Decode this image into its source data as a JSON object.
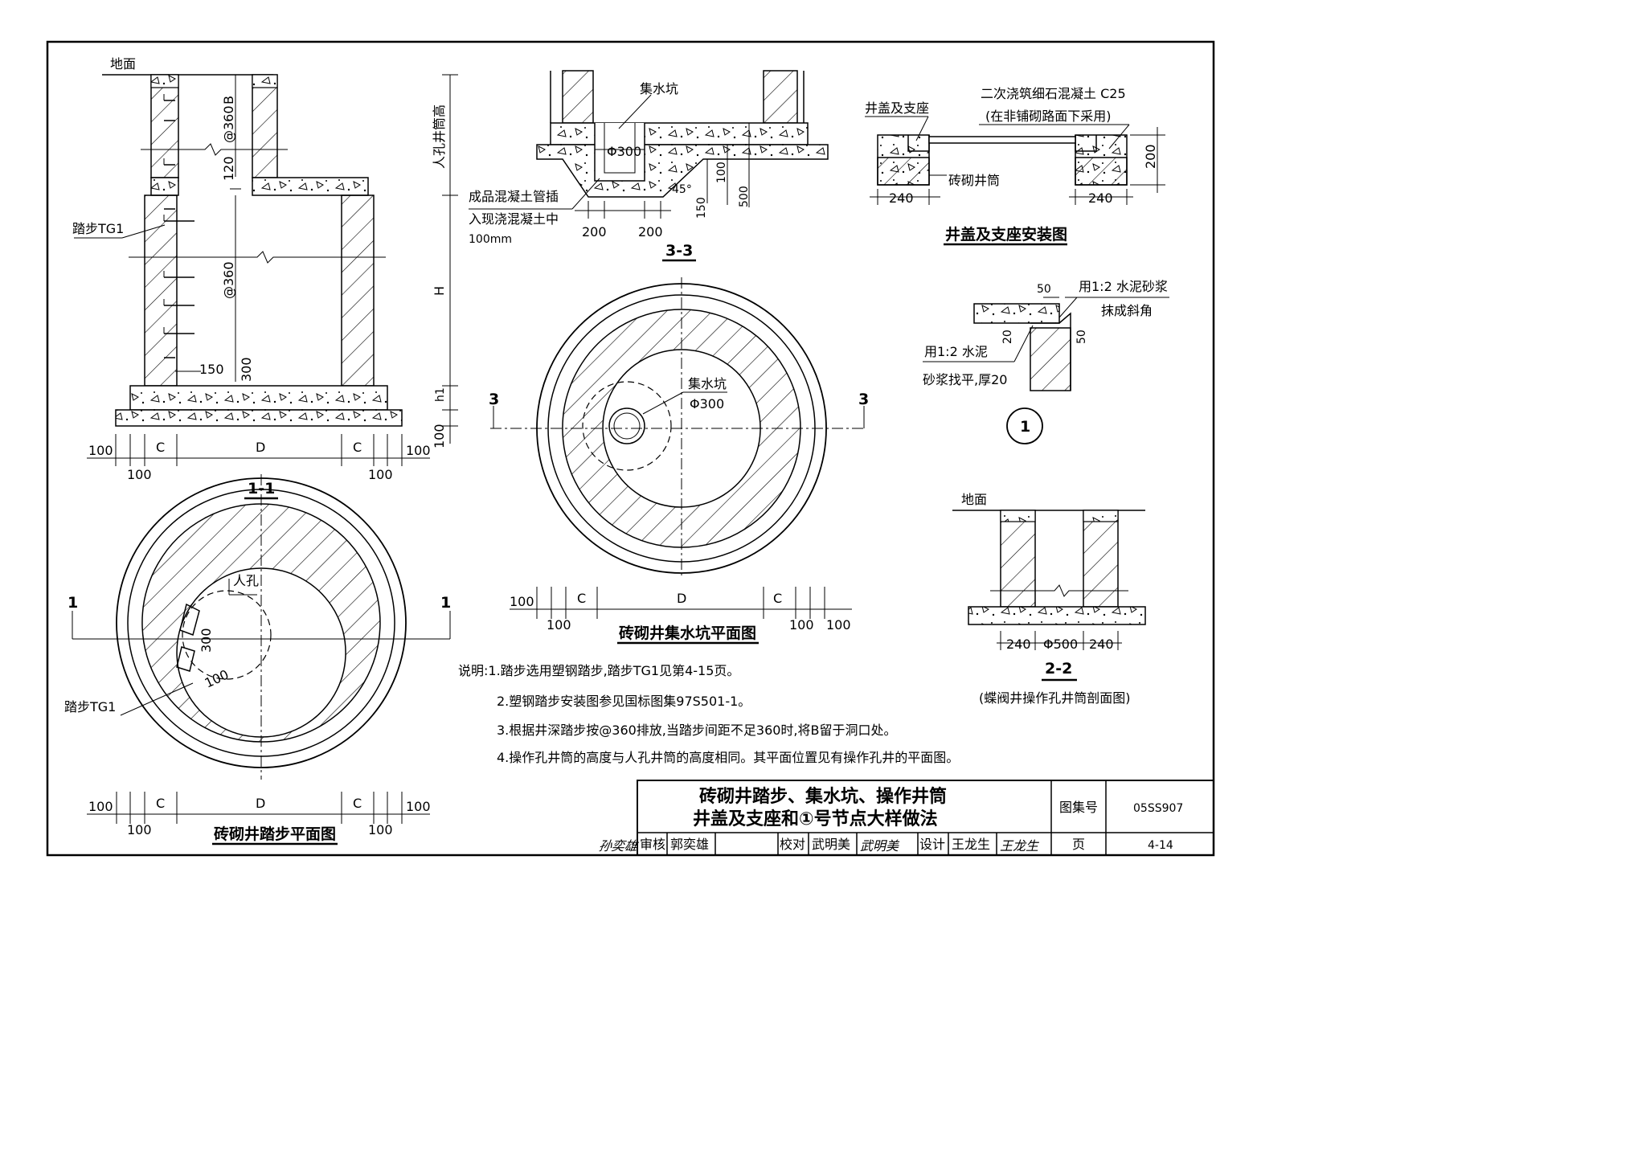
{
  "labels": {
    "ground": "地面",
    "ground_2": "地面",
    "manhole_shaft_height": "人孔井筒高",
    "step_tg1": "踏步TG1",
    "step_tg1_plan": "踏步TG1",
    "sump": "集水坑",
    "sump_plan": "集水坑",
    "pipe_note_1": "成品混凝土管插",
    "pipe_note_2": "入现浇混凝土中",
    "pipe_note_3": "100mm",
    "cover_support": "井盖及支座",
    "concrete_note_1": "二次浇筑细石混凝土 C25",
    "concrete_note_2": "(在非铺砌路面下采用)",
    "brick_shaft": "砖砌井筒",
    "mortar_note_1": "用1:2 水泥砂浆",
    "mortar_note_2": "抹成斜角",
    "level_note_1": "用1:2 水泥",
    "level_note_2": "砂浆找平,厚20",
    "manhole": "人孔",
    "node_mark": "1"
  },
  "dims": {
    "b": "B",
    "at360_b": "@360",
    "d120": "120",
    "at360": "@360",
    "d150": "150",
    "d300": "300",
    "h": "H",
    "h1": "h1",
    "d100_v": "100",
    "left_100": "100",
    "left_c": "C",
    "d": "D",
    "right_c": "C",
    "right_100": "100",
    "bot_100_l": "100",
    "bot_100_r": "100",
    "phi300": "Φ300",
    "phi300_plan": "Φ300",
    "deg45": "45°",
    "d100_sump": "100",
    "d150_sump": "150",
    "d500_sump": "500",
    "d200_a": "200",
    "d200_b": "200",
    "d240_l": "240",
    "d240_r": "240",
    "d200_cover": "200",
    "d50": "50",
    "d20": "20",
    "d50_v": "50",
    "p1_100_l": "100",
    "p1_c_l": "C",
    "p1_d": "D",
    "p1_c_r": "C",
    "p1_100_r": "100",
    "p1_100_bl": "100",
    "p1_100_br": "100",
    "p1_300": "300",
    "p1_100_step": "100",
    "p3_100_l": "100",
    "p3_c_l": "C",
    "p3_d": "D",
    "p3_c_r": "C",
    "p3_100_bl": "100",
    "p3_100_br": "100",
    "p3_100_r": "100",
    "s22_240_l": "240",
    "s22_phi500": "Φ500",
    "s22_240_r": "240"
  },
  "section_marks": {
    "s11": "1-1",
    "s11_l": "1",
    "s11_r": "1",
    "s33": "3-3",
    "s33_l": "3",
    "s33_r": "3",
    "s22": "2-2"
  },
  "titles": {
    "cover_install": "井盖及支座安装图",
    "step_plan": "砖砌井踏步平面图",
    "sump_plan": "砖砌井集水坑平面图",
    "s22_caption": "(蝶阀井操作孔井筒剖面图)"
  },
  "notes": {
    "n1": "说明:1.踏步选用塑钢踏步,踏步TG1见第4-15页。",
    "n2": "2.塑钢踏步安装图参见国标图集97S501-1。",
    "n3": "3.根据井深踏步按@360排放,当踏步间距不足360时,将B留于洞口处。",
    "n4": "4.操作孔井筒的高度与人孔井筒的高度相同。其平面位置见有操作孔井的平面图。"
  },
  "title_block": {
    "title_line1": "砖砌井踏步、集水坑、操作井筒",
    "title_line2": "井盖及支座和①号节点大样做法",
    "atlas_label": "图集号",
    "atlas_no": "05SS907",
    "page_label": "页",
    "page_no": "4-14",
    "review_label": "审核",
    "review_name": "郭奕雄",
    "check_label": "校对",
    "check_name": "武明美",
    "design_label": "设计",
    "design_name": "王龙生",
    "sig1": "孙奕雄",
    "sig2": "武明美",
    "sig3": "王龙生"
  }
}
